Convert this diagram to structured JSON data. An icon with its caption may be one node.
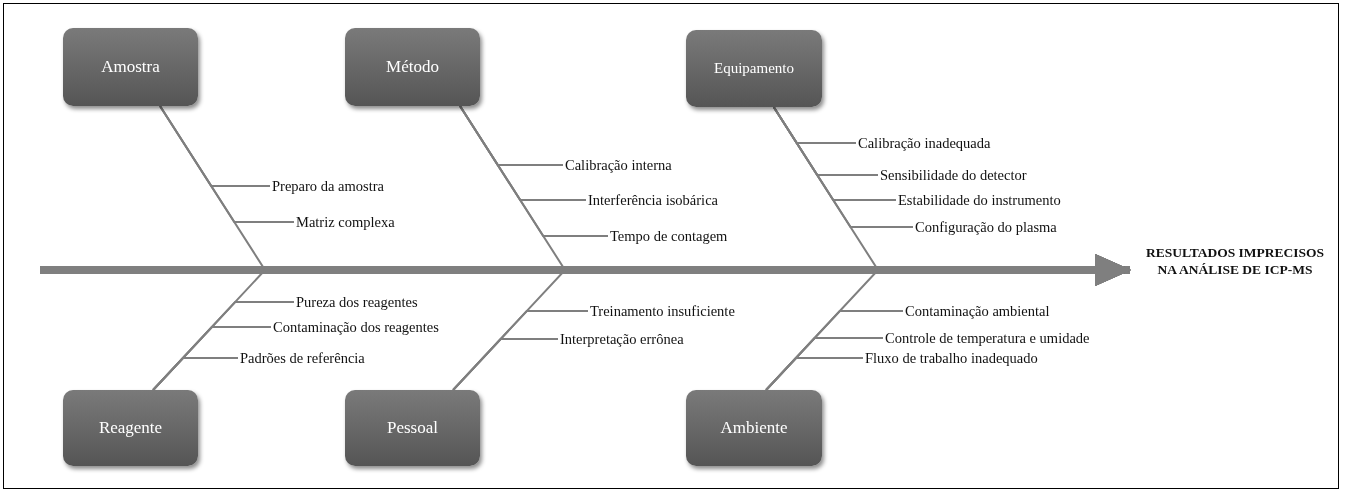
{
  "diagram": {
    "nodes": [
      {
        "text": [
          "Amostra"
        ]
      },
      {
        "text": [
          "Método"
        ]
      },
      {
        "text": [
          "Equipamento"
        ]
      },
      {
        "text": [
          "Reagente"
        ]
      },
      {
        "text": [
          "Pessoal"
        ]
      },
      {
        "text": [
          "Ambiente"
        ]
      },
      {
        "text": [
          "RESULTADOS IMPRECISOS NA ANÁLISE DE ICP-MS"
        ]
      },
      {
        "text": [
          "Preparo da amostra"
        ]
      },
      {
        "text": [
          "Matriz complexa"
        ]
      },
      {
        "text": [
          "Calibração interna"
        ]
      },
      {
        "text": [
          "Interferência isobárica"
        ]
      },
      {
        "text": [
          "Tempo de contagem"
        ]
      },
      {
        "text": [
          "Calibração inadequada"
        ]
      },
      {
        "text": [
          "Sensibilidade do detector"
        ]
      },
      {
        "text": [
          "Estabilidade do instrumento"
        ]
      },
      {
        "text": [
          "Configuração do plasma"
        ]
      },
      {
        "text": [
          "Pureza dos reagentes"
        ]
      },
      {
        "text": [
          "Contaminação dos reagentes"
        ]
      },
      {
        "text": [
          "Padrões de referência"
        ]
      },
      {
        "text": [
          "Treinamento insuficiente"
        ]
      },
      {
        "text": [
          "Interpretação errônea"
        ]
      },
      {
        "text": [
          "Contaminação ambiental"
        ]
      },
      {
        "text": [
          "Controle de temperatura e umidade"
        ]
      },
      {
        "text": [
          "Fluxo de trabalho inadequado"
        ]
      }
    ],
    "edges": [
      {
        "from": null,
        "to": 6,
        "arrow": "to",
        "style": "thick"
      },
      {
        "from": 0,
        "to": 6,
        "arrow": "to"
      },
      {
        "from": 1,
        "to": 6,
        "arrow": "to"
      },
      {
        "from": 2,
        "to": 6,
        "arrow": "to"
      },
      {
        "from": 3,
        "to": 6,
        "arrow": "to"
      },
      {
        "from": 4,
        "to": 6,
        "arrow": "to"
      },
      {
        "from": 5,
        "to": 6,
        "arrow": "to"
      },
      {
        "from": 7,
        "to": 0,
        "arrow": "none"
      },
      {
        "from": 8,
        "to": 0,
        "arrow": "none"
      },
      {
        "from": 9,
        "to": 1,
        "arrow": "none"
      },
      {
        "from": 10,
        "to": 1,
        "arrow": "none"
      },
      {
        "from": 11,
        "to": 1,
        "arrow": "none"
      },
      {
        "from": 12,
        "to": 2,
        "arrow": "none"
      },
      {
        "from": 13,
        "to": 2,
        "arrow": "none"
      },
      {
        "from": 14,
        "to": 2,
        "arrow": "none"
      },
      {
        "from": 15,
        "to": 2,
        "arrow": "none"
      },
      {
        "from": 16,
        "to": 3,
        "arrow": "none"
      },
      {
        "from": 17,
        "to": 3,
        "arrow": "none"
      },
      {
        "from": 18,
        "to": 3,
        "arrow": "none"
      },
      {
        "from": 19,
        "to": 4,
        "arrow": "none"
      },
      {
        "from": 20,
        "to": 4,
        "arrow": "none"
      },
      {
        "from": 21,
        "to": 5,
        "arrow": "none"
      },
      {
        "from": 22,
        "to": 5,
        "arrow": "none"
      },
      {
        "from": 23,
        "to": 5,
        "arrow": "none"
      }
    ]
  }
}
